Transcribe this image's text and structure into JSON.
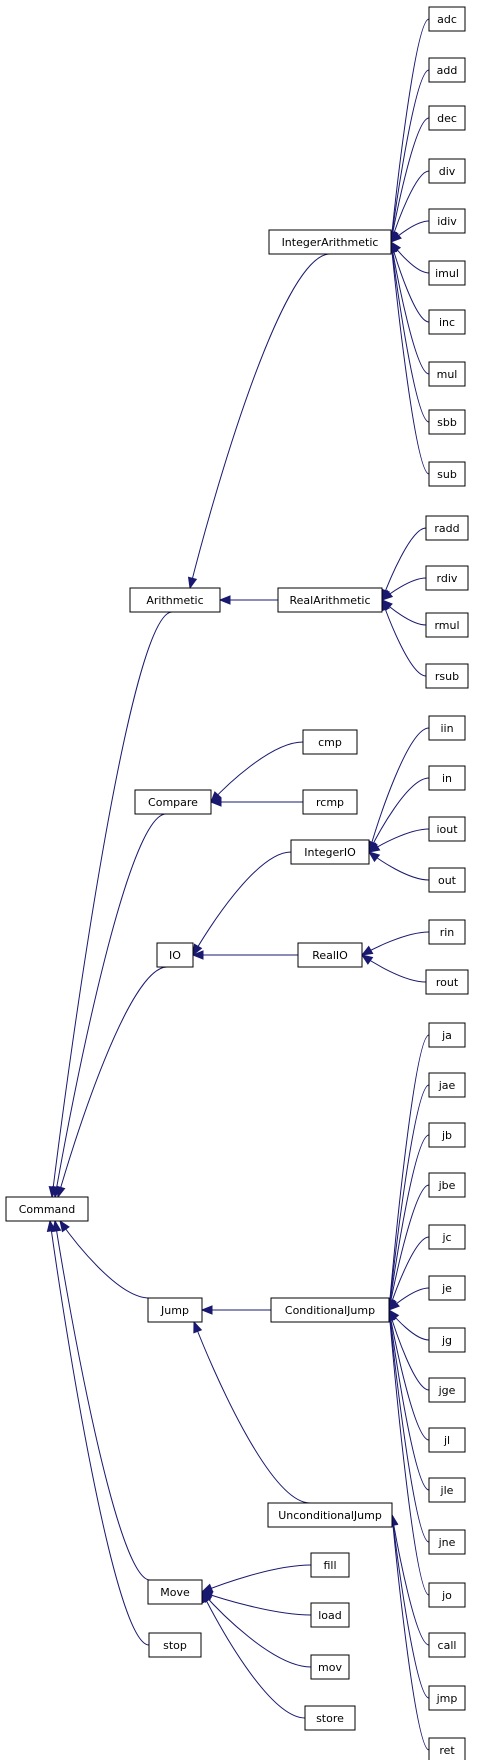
{
  "diagram": {
    "type": "class-inheritance-graph",
    "edge_color": "#191970",
    "nodes": [
      {
        "id": "adc",
        "label": "adc"
      },
      {
        "id": "add",
        "label": "add"
      },
      {
        "id": "dec",
        "label": "dec"
      },
      {
        "id": "div",
        "label": "div"
      },
      {
        "id": "idiv",
        "label": "idiv"
      },
      {
        "id": "IntegerArithmetic",
        "label": "IntegerArithmetic"
      },
      {
        "id": "imul",
        "label": "imul"
      },
      {
        "id": "inc",
        "label": "inc"
      },
      {
        "id": "mul",
        "label": "mul"
      },
      {
        "id": "sbb",
        "label": "sbb"
      },
      {
        "id": "sub",
        "label": "sub"
      },
      {
        "id": "radd",
        "label": "radd"
      },
      {
        "id": "rdiv",
        "label": "rdiv"
      },
      {
        "id": "Arithmetic",
        "label": "Arithmetic"
      },
      {
        "id": "RealArithmetic",
        "label": "RealArithmetic"
      },
      {
        "id": "rmul",
        "label": "rmul"
      },
      {
        "id": "rsub",
        "label": "rsub"
      },
      {
        "id": "iin",
        "label": "iin"
      },
      {
        "id": "cmp",
        "label": "cmp"
      },
      {
        "id": "Compare",
        "label": "Compare"
      },
      {
        "id": "rcmp",
        "label": "rcmp"
      },
      {
        "id": "in",
        "label": "in"
      },
      {
        "id": "IntegerIO",
        "label": "IntegerIO"
      },
      {
        "id": "iout",
        "label": "iout"
      },
      {
        "id": "out",
        "label": "out"
      },
      {
        "id": "IO",
        "label": "IO"
      },
      {
        "id": "RealIO",
        "label": "RealIO"
      },
      {
        "id": "rin",
        "label": "rin"
      },
      {
        "id": "rout",
        "label": "rout"
      },
      {
        "id": "ja",
        "label": "ja"
      },
      {
        "id": "jae",
        "label": "jae"
      },
      {
        "id": "jb",
        "label": "jb"
      },
      {
        "id": "jbe",
        "label": "jbe"
      },
      {
        "id": "Command",
        "label": "Command"
      },
      {
        "id": "jc",
        "label": "jc"
      },
      {
        "id": "Jump",
        "label": "Jump"
      },
      {
        "id": "ConditionalJump",
        "label": "ConditionalJump"
      },
      {
        "id": "je",
        "label": "je"
      },
      {
        "id": "jg",
        "label": "jg"
      },
      {
        "id": "jge",
        "label": "jge"
      },
      {
        "id": "jl",
        "label": "jl"
      },
      {
        "id": "jle",
        "label": "jle"
      },
      {
        "id": "UnconditionalJump",
        "label": "UnconditionalJump"
      },
      {
        "id": "jne",
        "label": "jne"
      },
      {
        "id": "fill",
        "label": "fill"
      },
      {
        "id": "Move",
        "label": "Move"
      },
      {
        "id": "jo",
        "label": "jo"
      },
      {
        "id": "load",
        "label": "load"
      },
      {
        "id": "stop",
        "label": "stop"
      },
      {
        "id": "call",
        "label": "call"
      },
      {
        "id": "mov",
        "label": "mov"
      },
      {
        "id": "jmp",
        "label": "jmp"
      },
      {
        "id": "store",
        "label": "store"
      },
      {
        "id": "ret",
        "label": "ret"
      }
    ],
    "edges": [
      {
        "from": "adc",
        "to": "IntegerArithmetic"
      },
      {
        "from": "add",
        "to": "IntegerArithmetic"
      },
      {
        "from": "dec",
        "to": "IntegerArithmetic"
      },
      {
        "from": "div",
        "to": "IntegerArithmetic"
      },
      {
        "from": "idiv",
        "to": "IntegerArithmetic"
      },
      {
        "from": "imul",
        "to": "IntegerArithmetic"
      },
      {
        "from": "inc",
        "to": "IntegerArithmetic"
      },
      {
        "from": "mul",
        "to": "IntegerArithmetic"
      },
      {
        "from": "sbb",
        "to": "IntegerArithmetic"
      },
      {
        "from": "sub",
        "to": "IntegerArithmetic"
      },
      {
        "from": "IntegerArithmetic",
        "to": "Arithmetic"
      },
      {
        "from": "RealArithmetic",
        "to": "Arithmetic"
      },
      {
        "from": "radd",
        "to": "RealArithmetic"
      },
      {
        "from": "rdiv",
        "to": "RealArithmetic"
      },
      {
        "from": "rmul",
        "to": "RealArithmetic"
      },
      {
        "from": "rsub",
        "to": "RealArithmetic"
      },
      {
        "from": "Arithmetic",
        "to": "Command"
      },
      {
        "from": "cmp",
        "to": "Compare"
      },
      {
        "from": "rcmp",
        "to": "Compare"
      },
      {
        "from": "Compare",
        "to": "Command"
      },
      {
        "from": "iin",
        "to": "IntegerIO"
      },
      {
        "from": "in",
        "to": "IntegerIO"
      },
      {
        "from": "iout",
        "to": "IntegerIO"
      },
      {
        "from": "out",
        "to": "IntegerIO"
      },
      {
        "from": "IntegerIO",
        "to": "IO"
      },
      {
        "from": "RealIO",
        "to": "IO"
      },
      {
        "from": "rin",
        "to": "RealIO"
      },
      {
        "from": "rout",
        "to": "RealIO"
      },
      {
        "from": "IO",
        "to": "Command"
      },
      {
        "from": "ja",
        "to": "ConditionalJump"
      },
      {
        "from": "jae",
        "to": "ConditionalJump"
      },
      {
        "from": "jb",
        "to": "ConditionalJump"
      },
      {
        "from": "jbe",
        "to": "ConditionalJump"
      },
      {
        "from": "jc",
        "to": "ConditionalJump"
      },
      {
        "from": "je",
        "to": "ConditionalJump"
      },
      {
        "from": "jg",
        "to": "ConditionalJump"
      },
      {
        "from": "jge",
        "to": "ConditionalJump"
      },
      {
        "from": "jl",
        "to": "ConditionalJump"
      },
      {
        "from": "jle",
        "to": "ConditionalJump"
      },
      {
        "from": "jne",
        "to": "ConditionalJump"
      },
      {
        "from": "jo",
        "to": "ConditionalJump"
      },
      {
        "from": "ConditionalJump",
        "to": "Jump"
      },
      {
        "from": "UnconditionalJump",
        "to": "Jump"
      },
      {
        "from": "call",
        "to": "UnconditionalJump"
      },
      {
        "from": "jmp",
        "to": "UnconditionalJump"
      },
      {
        "from": "ret",
        "to": "UnconditionalJump"
      },
      {
        "from": "Jump",
        "to": "Command"
      },
      {
        "from": "fill",
        "to": "Move"
      },
      {
        "from": "load",
        "to": "Move"
      },
      {
        "from": "mov",
        "to": "Move"
      },
      {
        "from": "store",
        "to": "Move"
      },
      {
        "from": "Move",
        "to": "Command"
      },
      {
        "from": "stop",
        "to": "Command"
      }
    ]
  }
}
